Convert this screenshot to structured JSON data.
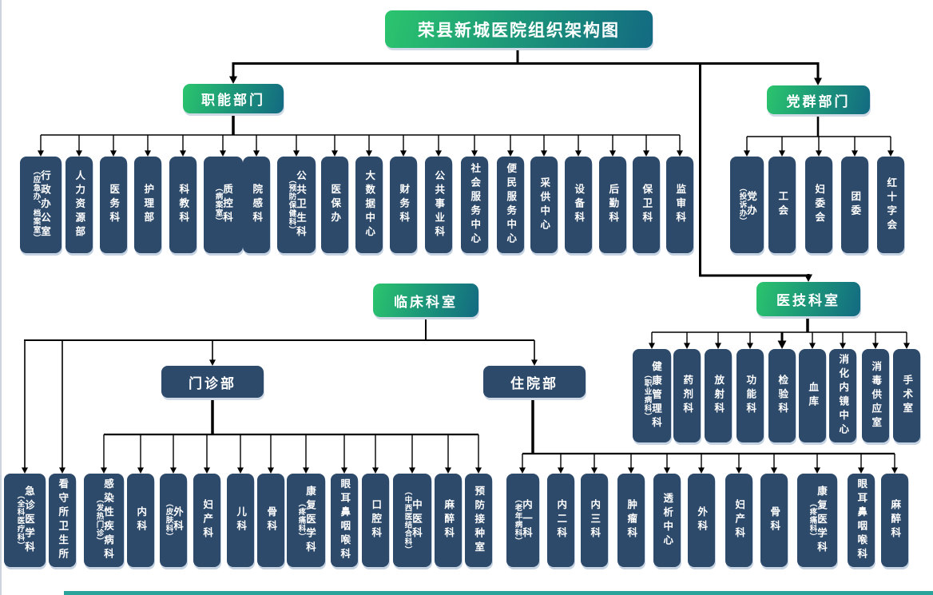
{
  "title": "荣县新城医院组织架构图",
  "colors": {
    "header_gradient_start": "#2bc56d",
    "header_gradient_end": "#136a82",
    "department_box": "#2d4a6b",
    "connector_line": "#000000",
    "bottom_strip": "#2aa39b"
  },
  "sections": {
    "zhineng": {
      "label": "职能部门",
      "children": [
        {
          "name": "行政办公室",
          "sub": "（应急办、档案室）"
        },
        {
          "name": "人力资源部"
        },
        {
          "name": "医务科"
        },
        {
          "name": "护理部"
        },
        {
          "name": "科教科"
        },
        {
          "name": "质控科",
          "sub": "（病案室）"
        },
        {
          "name": "院感科"
        },
        {
          "name": "公共卫生科",
          "sub": "（预防保健科）"
        },
        {
          "name": "医保办"
        },
        {
          "name": "大数据中心"
        },
        {
          "name": "财务科"
        },
        {
          "name": "公共事业科"
        },
        {
          "name": "社会服务中心"
        },
        {
          "name": "便民服务中心"
        },
        {
          "name": "采供中心"
        },
        {
          "name": "设备科"
        },
        {
          "name": "后勤科"
        },
        {
          "name": "保卫科"
        },
        {
          "name": "监审科"
        }
      ]
    },
    "dangqun": {
      "label": "党群部门",
      "children": [
        {
          "name": "党办",
          "sub": "（投诉办）"
        },
        {
          "name": "工会"
        },
        {
          "name": "妇委会"
        },
        {
          "name": "团委"
        },
        {
          "name": "红十字会"
        }
      ]
    },
    "linchuang": {
      "label": "临床科室",
      "direct_children": [
        {
          "name": "急诊医学科",
          "sub": "（全科医疗科）"
        },
        {
          "name": "看守所卫生所"
        }
      ]
    },
    "menzhen": {
      "label": "门诊部",
      "children": [
        {
          "name": "感染性疾病科",
          "sub": "（发热门诊）"
        },
        {
          "name": "内科"
        },
        {
          "name": "外科",
          "sub": "（皮肤科）"
        },
        {
          "name": "妇产科"
        },
        {
          "name": "儿科"
        },
        {
          "name": "骨科"
        },
        {
          "name": "康复医学科",
          "sub": "（疼痛科）"
        },
        {
          "name": "眼耳鼻咽喉科"
        },
        {
          "name": "口腔科"
        },
        {
          "name": "中医科",
          "sub": "（中西医结合科）"
        },
        {
          "name": "麻醉科"
        },
        {
          "name": "预防接种室"
        }
      ]
    },
    "zhuyuan": {
      "label": "住院部",
      "children": [
        {
          "name": "内一科",
          "sub": "（老年病科）"
        },
        {
          "name": "内二科"
        },
        {
          "name": "内三科"
        },
        {
          "name": "肿瘤科"
        },
        {
          "name": "透析中心"
        },
        {
          "name": "外科"
        },
        {
          "name": "妇产科"
        },
        {
          "name": "骨科"
        },
        {
          "name": "康复医学科",
          "sub": "（疼痛科）"
        },
        {
          "name": "眼耳鼻咽喉科"
        },
        {
          "name": "麻醉科"
        }
      ]
    },
    "yiji": {
      "label": "医技科室",
      "children": [
        {
          "name": "健康管理科",
          "sub": "（职业病科）"
        },
        {
          "name": "药剂科"
        },
        {
          "name": "放射科"
        },
        {
          "name": "功能科"
        },
        {
          "name": "检验科"
        },
        {
          "name": "血库"
        },
        {
          "name": "消化内镜中心"
        },
        {
          "name": "消毒供应室"
        },
        {
          "name": "手术室"
        }
      ]
    }
  }
}
